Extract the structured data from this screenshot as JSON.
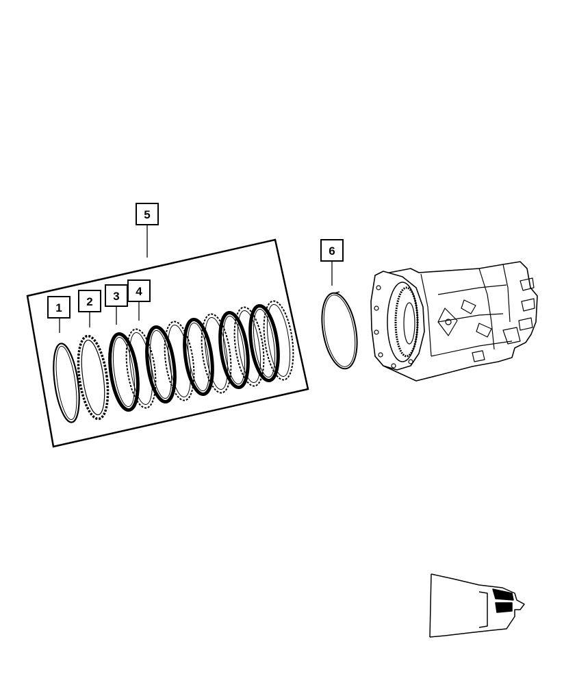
{
  "callouts": [
    {
      "id": "1",
      "label": "1"
    },
    {
      "id": "2",
      "label": "2"
    },
    {
      "id": "3",
      "label": "3"
    },
    {
      "id": "4",
      "label": "4"
    },
    {
      "id": "5",
      "label": "5"
    },
    {
      "id": "6",
      "label": "6"
    }
  ],
  "icons": {
    "clutch_pack": "clutch-pack-assembly-icon",
    "snap_ring": "snap-ring-icon",
    "transmission": "transmission-assembly-icon",
    "locator": "vehicle-locator-icon"
  },
  "colors": {
    "line": "#000000",
    "background": "#ffffff"
  }
}
